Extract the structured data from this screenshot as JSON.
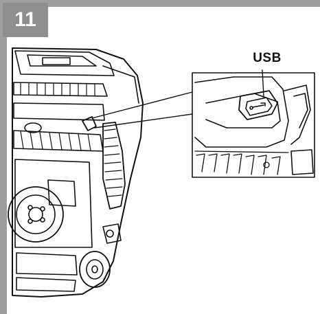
{
  "figure": {
    "step_number": "11",
    "callout_label": "USB"
  },
  "colors": {
    "frame_gray": "#9e9e9e",
    "badge_gray": "#8e8e8e",
    "line": "#111111"
  },
  "icons": {
    "connector": "usb-port-icon",
    "device": "robotic-mower-underside-illustration"
  }
}
